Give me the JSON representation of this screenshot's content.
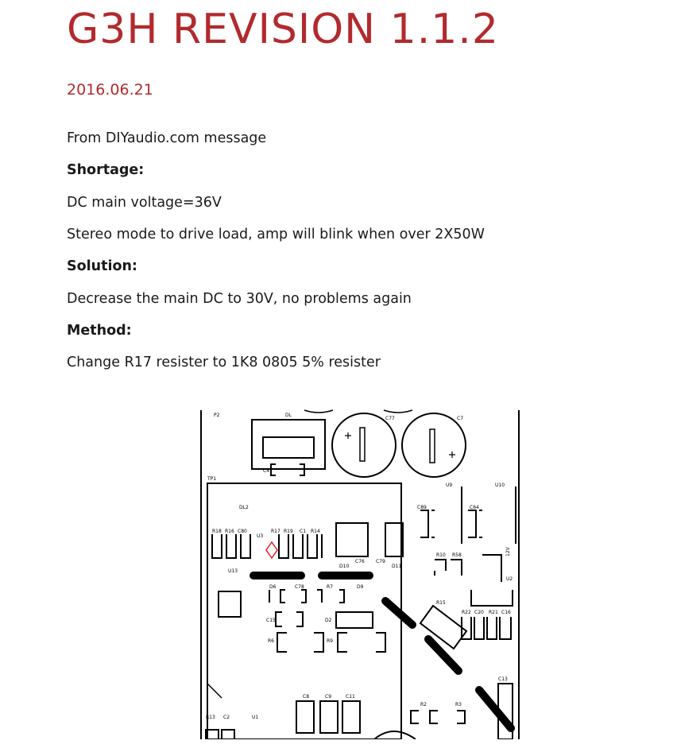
{
  "article": {
    "title": "G3H REVISION 1.1.2",
    "date": "2016.06.21",
    "paragraphs": [
      {
        "text": "From DIYaudio.com message",
        "bold": false
      },
      {
        "text": "Shortage:",
        "bold": true
      },
      {
        "text": "DC main voltage=36V",
        "bold": false
      },
      {
        "text": "Stereo mode to drive load, amp will blink when over 2X50W",
        "bold": false
      },
      {
        "text": "Solution:",
        "bold": true
      },
      {
        "text": "Decrease the main DC to 30V, no problems again",
        "bold": false
      },
      {
        "text": "Method:",
        "bold": true
      },
      {
        "text": "Change R17 resister to 1K8 0805 5% resister",
        "bold": false
      }
    ]
  },
  "pcb": {
    "labels": {
      "p2": "P2",
      "dl": "DL",
      "c77": "C77",
      "c7": "C7",
      "c4": "C4",
      "tp1": "TP1",
      "u9": "U9",
      "u10": "U10",
      "dl2": "DL2",
      "c89": "C89",
      "c64": "C64",
      "r18": "R18",
      "r16": "R16",
      "c80": "C80",
      "u3": "U3",
      "r17": "R17",
      "r19": "R19",
      "c1": "C1",
      "r14": "R14",
      "d10": "D10",
      "c76": "C76",
      "c79": "C79",
      "d11": "D11",
      "r10": "R10",
      "r58": "R58",
      "v12": "12V",
      "u13": "U13",
      "u2": "U2",
      "d6": "D6",
      "c78": "C78",
      "r7": "R7",
      "d9": "D9",
      "r15": "R15",
      "c15": "C15",
      "d2": "D2",
      "r22": "R22",
      "c20": "C20",
      "r21": "R21",
      "c16": "C16",
      "r6": "R6",
      "r9": "R9",
      "c13": "C13",
      "c8": "C8",
      "c9": "C9",
      "c11": "C11",
      "r2": "R2",
      "r3": "R3",
      "r13": "R13",
      "c2": "C2",
      "u1": "U1"
    }
  }
}
